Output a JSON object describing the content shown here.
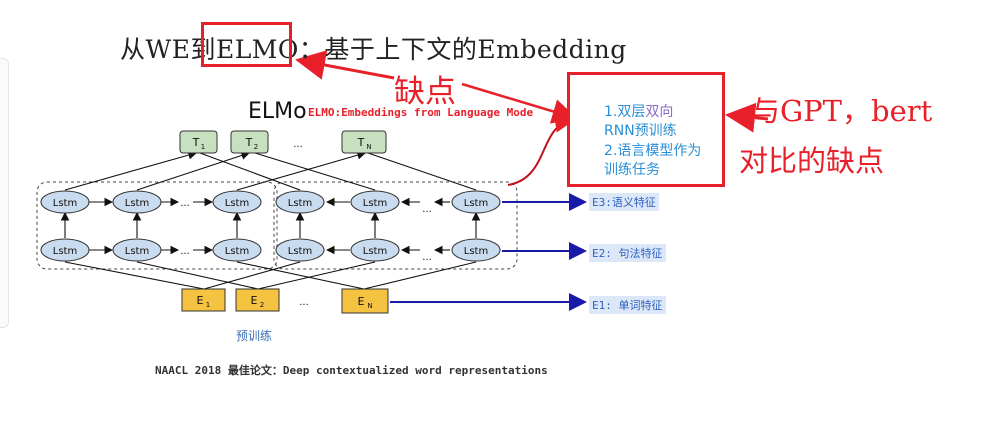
{
  "title": "从WE到ELMO：基于上下文的Embedding",
  "annotations": {
    "quedian": "缺点",
    "compare_line1": "与GPT，bert",
    "compare_line2": "对比的缺点"
  },
  "callout": {
    "line1_num": "1.双层",
    "line1_rest": "双向",
    "line2": "RNN预训练",
    "line3": "2.语言模型作为",
    "line4": "训练任务"
  },
  "diagram": {
    "heading": "ELMo",
    "subheading": "ELMO:Embeddings from Language Mode",
    "lstm_label": "Lstm",
    "ellipsis": "...",
    "outputs": [
      {
        "main": "T",
        "sub": "1"
      },
      {
        "main": "T",
        "sub": "2"
      },
      {
        "main": "T",
        "sub": "N"
      }
    ],
    "inputs": [
      {
        "main": "E",
        "sub": "1"
      },
      {
        "main": "E",
        "sub": "2"
      },
      {
        "main": "E",
        "sub": "N"
      }
    ],
    "layer_labels": {
      "e3": "E3:语义特征",
      "e2": "E2: 句法特征",
      "e1": "E1: 单词特征"
    },
    "pretrain_label": "预训练",
    "footer": "NAACL 2018 最佳论文：Deep contextualized word representations"
  },
  "colors": {
    "annotation_red": "#e8202a",
    "lstm_fill": "#c9dbee",
    "output_fill": "#c7e0c0",
    "input_fill": "#f5c342",
    "feature_arrow": "#1a1aa8",
    "callout_blue": "#2a8fd6"
  }
}
